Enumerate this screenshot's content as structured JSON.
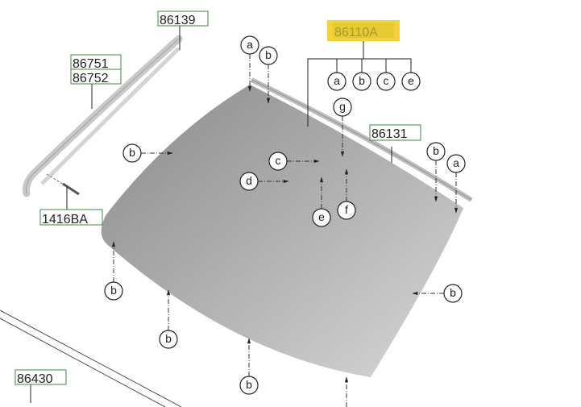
{
  "part_labels": {
    "p86139": "86139",
    "p86751": "86751",
    "p86752": "86752",
    "p1416BA": "1416BA",
    "p86110A": "86110A",
    "p86131": "86131",
    "p86430": "86430"
  },
  "callouts": [
    "a",
    "b",
    "b",
    "c",
    "d",
    "g",
    "e",
    "f",
    "b",
    "a",
    "b",
    "b",
    "b",
    "b"
  ],
  "group_86110A_callouts": [
    "a",
    "b",
    "c",
    "e"
  ],
  "colors": {
    "highlight": "#f3d23a",
    "label_border": "#3c8a3c"
  }
}
